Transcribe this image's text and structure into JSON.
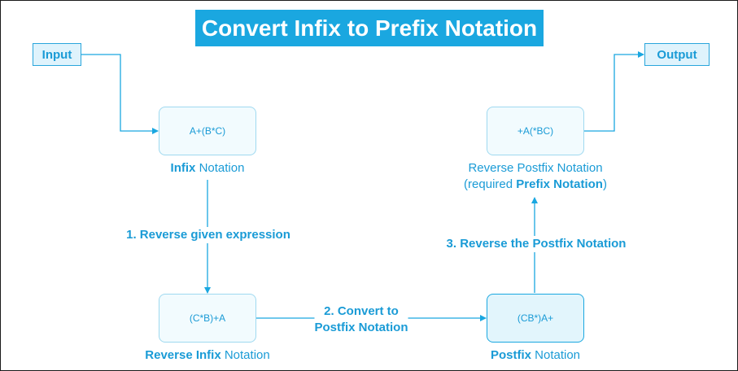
{
  "title": "Convert Infix to Prefix Notation",
  "input_label": "Input",
  "output_label": "Output",
  "nodes": {
    "infix": {
      "expression": "A+(B*C)",
      "caption_bold": "Infix",
      "caption_rest": " Notation"
    },
    "reverse_infix": {
      "expression": "(C*B)+A",
      "caption_bold": "Reverse Infix",
      "caption_rest": " Notation"
    },
    "postfix": {
      "expression": "(CB*)A+",
      "caption_bold": "Postfix",
      "caption_rest": " Notation"
    },
    "reverse_postfix": {
      "expression": "+A(*BC)",
      "caption_line1": "Reverse Postfix Notation",
      "caption_line2_pre": "(required ",
      "caption_line2_bold": "Prefix Notation",
      "caption_line2_post": ")"
    }
  },
  "steps": {
    "step1": "1. Reverse given expression",
    "step2_line1": "2. Convert to",
    "step2_line2": "Postfix Notation",
    "step3": "3. Reverse the Postfix Notation"
  },
  "colors": {
    "accent": "#1aa7e0",
    "text": "#1a9bd6",
    "node_fill": "#f2fbfe",
    "node_border": "#9fd9f0"
  }
}
